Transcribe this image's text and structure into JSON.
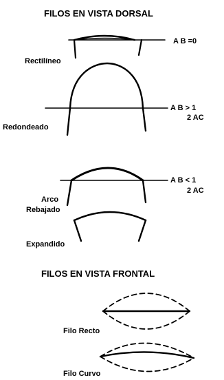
{
  "dorsal": {
    "title": "FILOS EN VISTA DORSAL",
    "items": [
      {
        "label": "Rectilíneo",
        "ratio_top": "A B =0",
        "ratio_bottom": ""
      },
      {
        "label": "Redondeado",
        "ratio_top": "A B > 1",
        "ratio_bottom": "2 AC"
      },
      {
        "label_line1": "Arco",
        "label_line2": "Rebajado",
        "ratio_top": "A B < 1",
        "ratio_bottom": "2 AC"
      },
      {
        "label": "Expandido"
      }
    ]
  },
  "frontal": {
    "title": "FILOS EN VISTA FRONTAL",
    "items": [
      {
        "label": "Filo Recto"
      },
      {
        "label": "Filo Curvo"
      }
    ]
  }
}
